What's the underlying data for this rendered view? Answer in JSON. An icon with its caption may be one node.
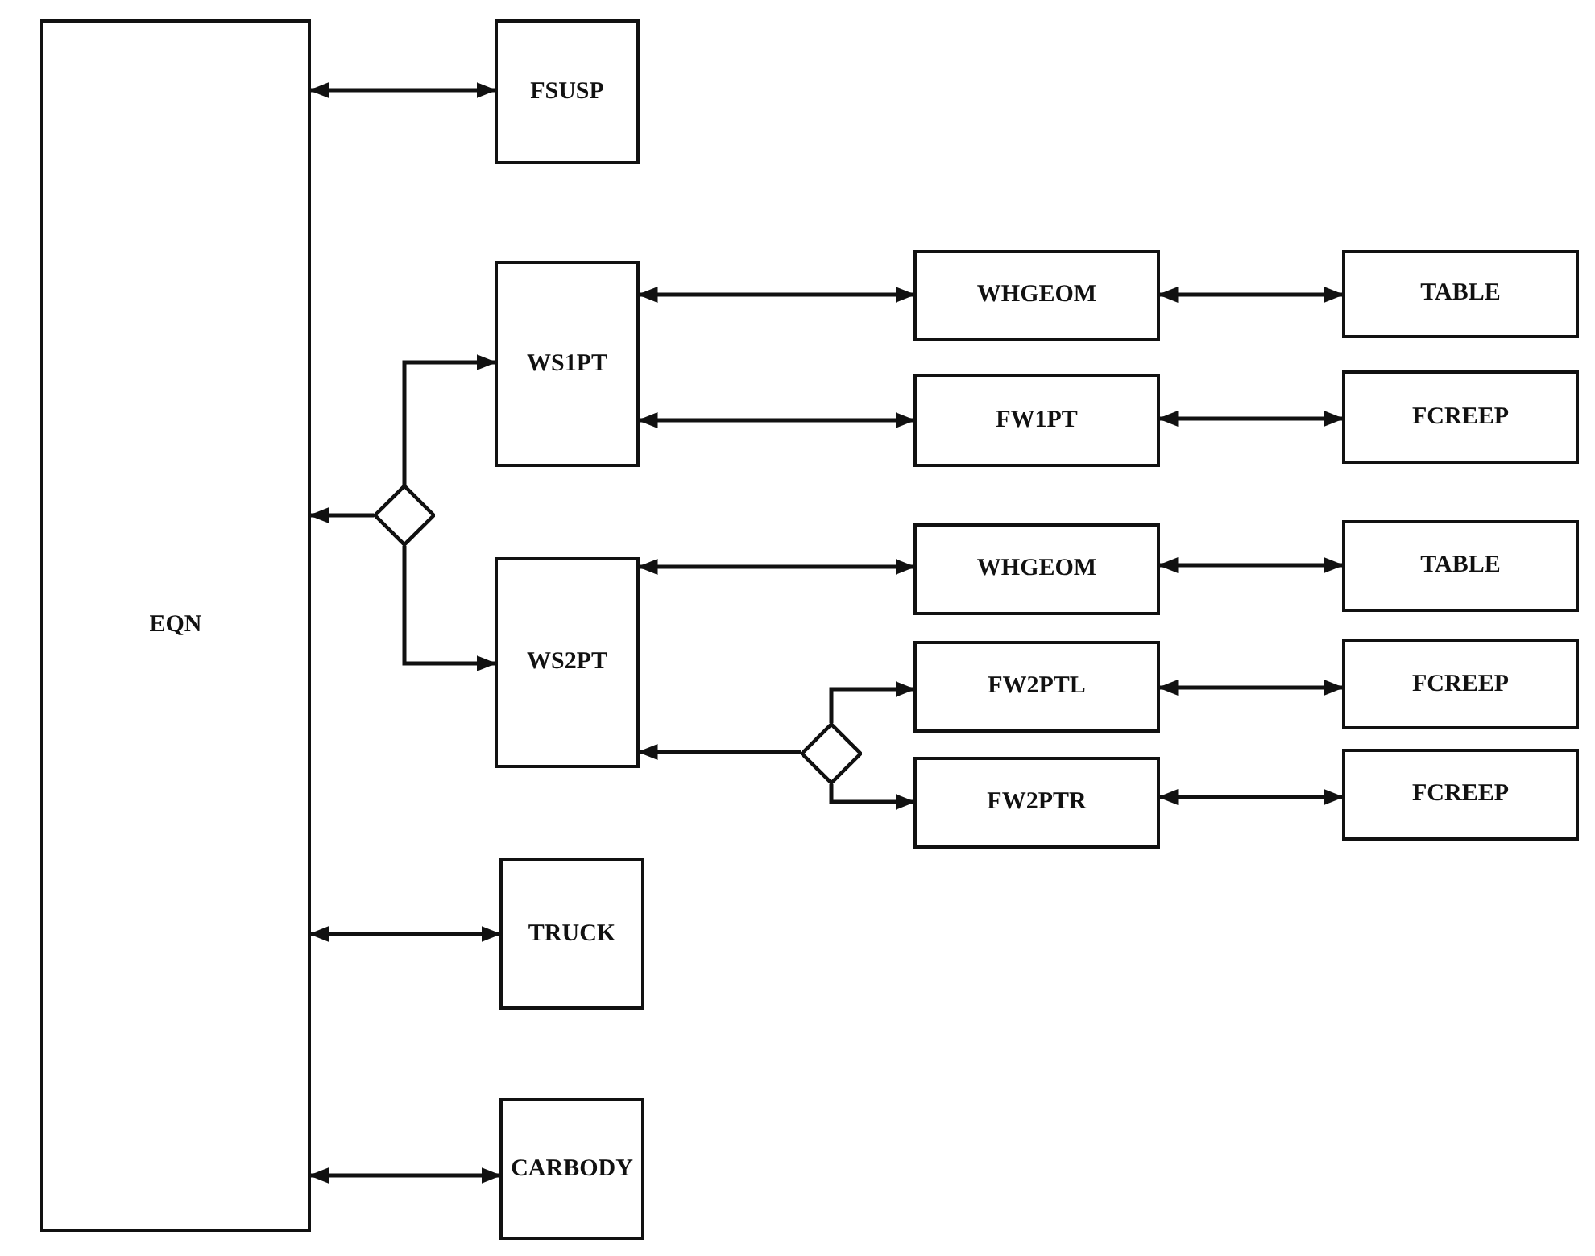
{
  "diagram": {
    "nodes": [
      {
        "text": [
          "EQN"
        ]
      },
      {
        "text": [
          "FSUSP"
        ]
      },
      {
        "text": [
          "WS1PT"
        ]
      },
      {
        "text": [
          "WHGEOM"
        ]
      },
      {
        "text": [
          "TABLE"
        ]
      },
      {
        "text": [
          "FW1PT"
        ]
      },
      {
        "text": [
          "FCREEP"
        ]
      },
      {
        "text": [],
        "shape": "diamond"
      },
      {
        "text": [
          "WS2PT"
        ]
      },
      {
        "text": [
          "WHGEOM"
        ]
      },
      {
        "text": [
          "TABLE"
        ]
      },
      {
        "text": [],
        "shape": "diamond"
      },
      {
        "text": [
          "FW2PTL"
        ]
      },
      {
        "text": [
          "FCREEP"
        ]
      },
      {
        "text": [
          "FW2PTR"
        ]
      },
      {
        "text": [
          "FCREEP"
        ]
      },
      {
        "text": [
          "TRUCK"
        ]
      },
      {
        "text": [
          "CARBODY"
        ]
      }
    ],
    "edges": [
      {
        "from": 0,
        "to": 1,
        "arrow": "both"
      },
      {
        "from": 2,
        "to": 3,
        "arrow": "both"
      },
      {
        "from": 3,
        "to": 4,
        "arrow": "both"
      },
      {
        "from": 2,
        "to": 5,
        "arrow": "both"
      },
      {
        "from": 5,
        "to": 6,
        "arrow": "both"
      },
      {
        "from": 7,
        "to": 0,
        "arrow": "to"
      },
      {
        "from": 7,
        "to": 2,
        "arrow": "to"
      },
      {
        "from": 7,
        "to": 8,
        "arrow": "to"
      },
      {
        "from": 8,
        "to": 9,
        "arrow": "both"
      },
      {
        "from": 9,
        "to": 10,
        "arrow": "both"
      },
      {
        "from": 11,
        "to": 8,
        "arrow": "to"
      },
      {
        "from": 11,
        "to": 12,
        "arrow": "to"
      },
      {
        "from": 11,
        "to": 14,
        "arrow": "to"
      },
      {
        "from": 12,
        "to": 13,
        "arrow": "both"
      },
      {
        "from": 14,
        "to": 15,
        "arrow": "both"
      },
      {
        "from": 0,
        "to": 16,
        "arrow": "both"
      },
      {
        "from": 0,
        "to": 17,
        "arrow": "both"
      }
    ]
  }
}
